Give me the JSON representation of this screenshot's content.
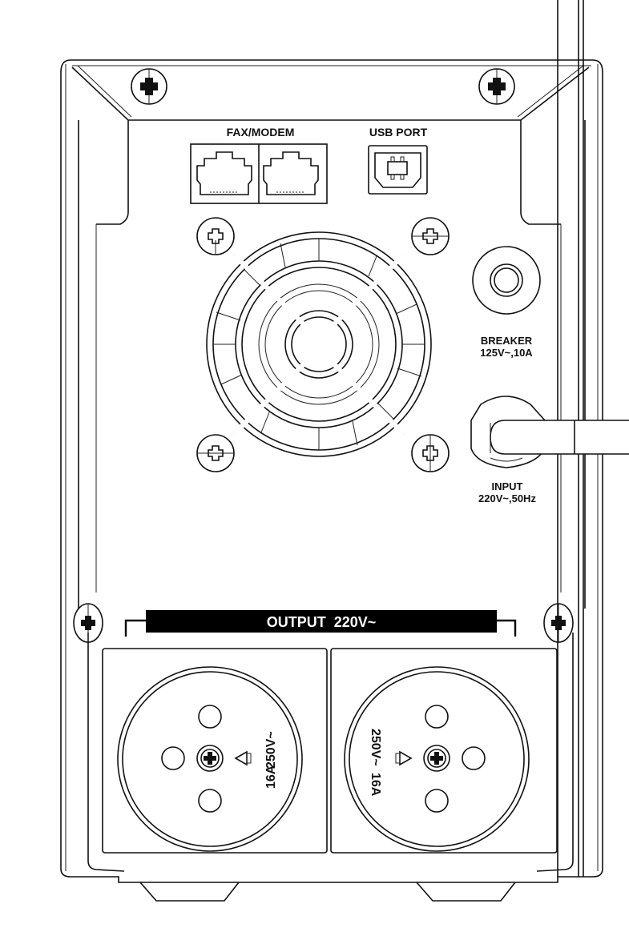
{
  "diagram": {
    "title": "UPS rear panel",
    "labels": {
      "fax_modem": "FAX/MODEM",
      "usb_port": "USB PORT",
      "breaker_title": "BREAKER",
      "breaker_rating": "125V~,10A",
      "input_title": "INPUT",
      "input_rating": "220V~,50Hz",
      "output_banner": "OUTPUT  220V~"
    },
    "outlets": [
      {
        "name": "outlet-left",
        "rating_current": "16A",
        "rating_voltage": "250V~"
      },
      {
        "name": "outlet-right",
        "rating_current": "16A",
        "rating_voltage": "250V~"
      }
    ],
    "components": [
      "fax-modem-rj-ports",
      "usb-b-port",
      "cooling-fan",
      "circuit-breaker",
      "ac-input-cord",
      "output-outlets"
    ],
    "colors": {
      "line": "#111111",
      "background": "#ffffff",
      "banner": "#000000",
      "banner_text": "#ffffff"
    }
  }
}
